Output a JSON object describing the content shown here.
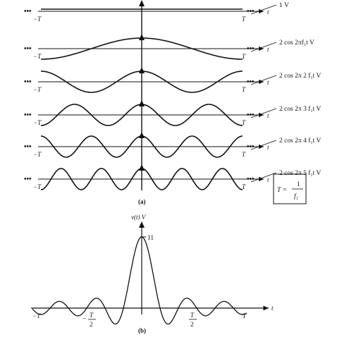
{
  "panel_a": {
    "caption": "(a)",
    "axis_var": "t",
    "left_tick": "−T",
    "right_tick": "T",
    "ellipsis": "•••",
    "rows": [
      {
        "label": "1 V",
        "harmonic": 0
      },
      {
        "label": "2 cos 2πf₁t V",
        "harmonic": 1
      },
      {
        "label": "2 cos 2π 2 f₁t V",
        "harmonic": 2
      },
      {
        "label": "2 cos 2π 3 f₁t V",
        "harmonic": 3
      },
      {
        "label": "2 cos 2π 4 f₁t V",
        "harmonic": 4
      },
      {
        "label": "2 cos 2π 5 f₁t V",
        "harmonic": 5
      }
    ],
    "box": {
      "lhs": "T =",
      "num": "1",
      "den": "f₁"
    }
  },
  "panel_b": {
    "caption": "(b)",
    "ylabel": "v(t) V",
    "peak_label": "11",
    "xlabel": "t",
    "ticks": {
      "neg_T": "−T",
      "pos_T": "T",
      "neg_half_num": "T",
      "pos_half_num": "T",
      "half_den": "2",
      "minus": "−"
    },
    "harmonics": 5
  }
}
